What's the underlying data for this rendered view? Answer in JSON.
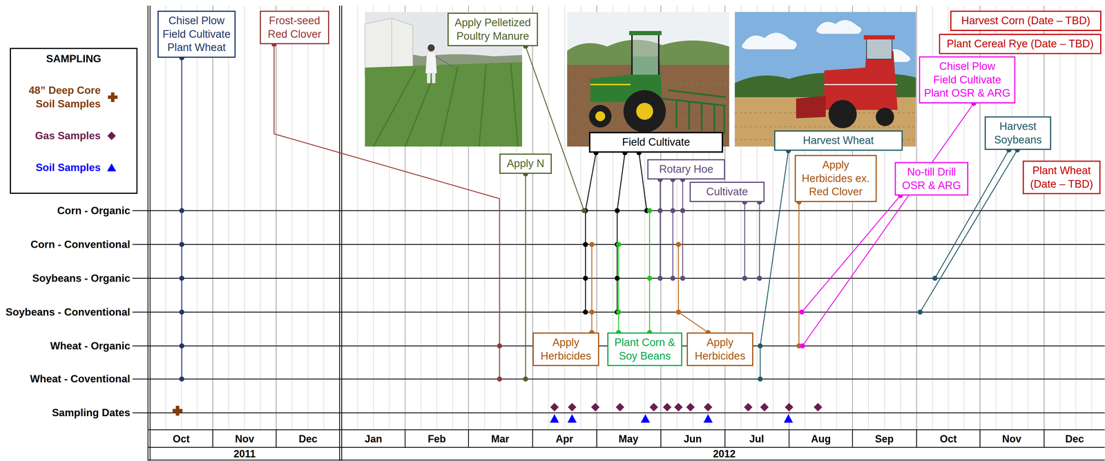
{
  "diagram": {
    "nodes": [
      {
        "text": [
          "SAMPLING"
        ]
      },
      {
        "text": [
          "Chisel Plow",
          "Field Cultivate",
          "Plant Wheat"
        ]
      },
      {
        "text": [
          "Frost-seed Red Clover"
        ]
      },
      {
        "text": [
          "Apply Pelletized Poultry Manure"
        ]
      },
      {
        "text": [
          "Field Cultivate"
        ]
      },
      {
        "text": [
          "Apply N"
        ]
      },
      {
        "text": [
          "Rotary Hoe"
        ]
      },
      {
        "text": [
          "Cultivate"
        ]
      },
      {
        "text": [
          "Harvest Wheat"
        ]
      },
      {
        "text": [
          "Apply Herbicides ex. Red Clover"
        ]
      },
      {
        "text": [
          "No-till Drill OSR & ARG"
        ]
      },
      {
        "text": [
          "Chisel Plow",
          "Field Cultivate",
          "Plant OSR & ARG"
        ]
      },
      {
        "text": [
          "Harvest Soybeans"
        ]
      },
      {
        "text": [
          "Harvest Corn (Date – TBD)"
        ]
      },
      {
        "text": [
          "Plant Cereal Rye (Date – TBD)"
        ]
      },
      {
        "text": [
          "Plant Wheat (Date – TBD)"
        ]
      },
      {
        "text": [
          "Apply Herbicides"
        ]
      },
      {
        "text": [
          "Plant Corn & Soy Beans"
        ]
      },
      {
        "text": [
          "Apply Herbicides"
        ]
      }
    ],
    "labels": [
      "Corn - Organic",
      "Corn - Conventional",
      "Soybeans - Organic",
      "Soybeans - Conventional",
      "Wheat - Organic",
      "Wheat - Coventional",
      "Sampling Dates",
      "Oct",
      "Nov",
      "Dec",
      "Jan",
      "Feb",
      "Mar",
      "Apr",
      "May",
      "Jun",
      "Jul",
      "Aug",
      "Sep",
      "Oct",
      "Nov",
      "Dec",
      "2011",
      "2012"
    ],
    "legend": [
      {
        "text": "48” Deep Core Soil Samples"
      },
      {
        "text": "Gas Samples"
      },
      {
        "text": "Soil Samples"
      }
    ]
  }
}
